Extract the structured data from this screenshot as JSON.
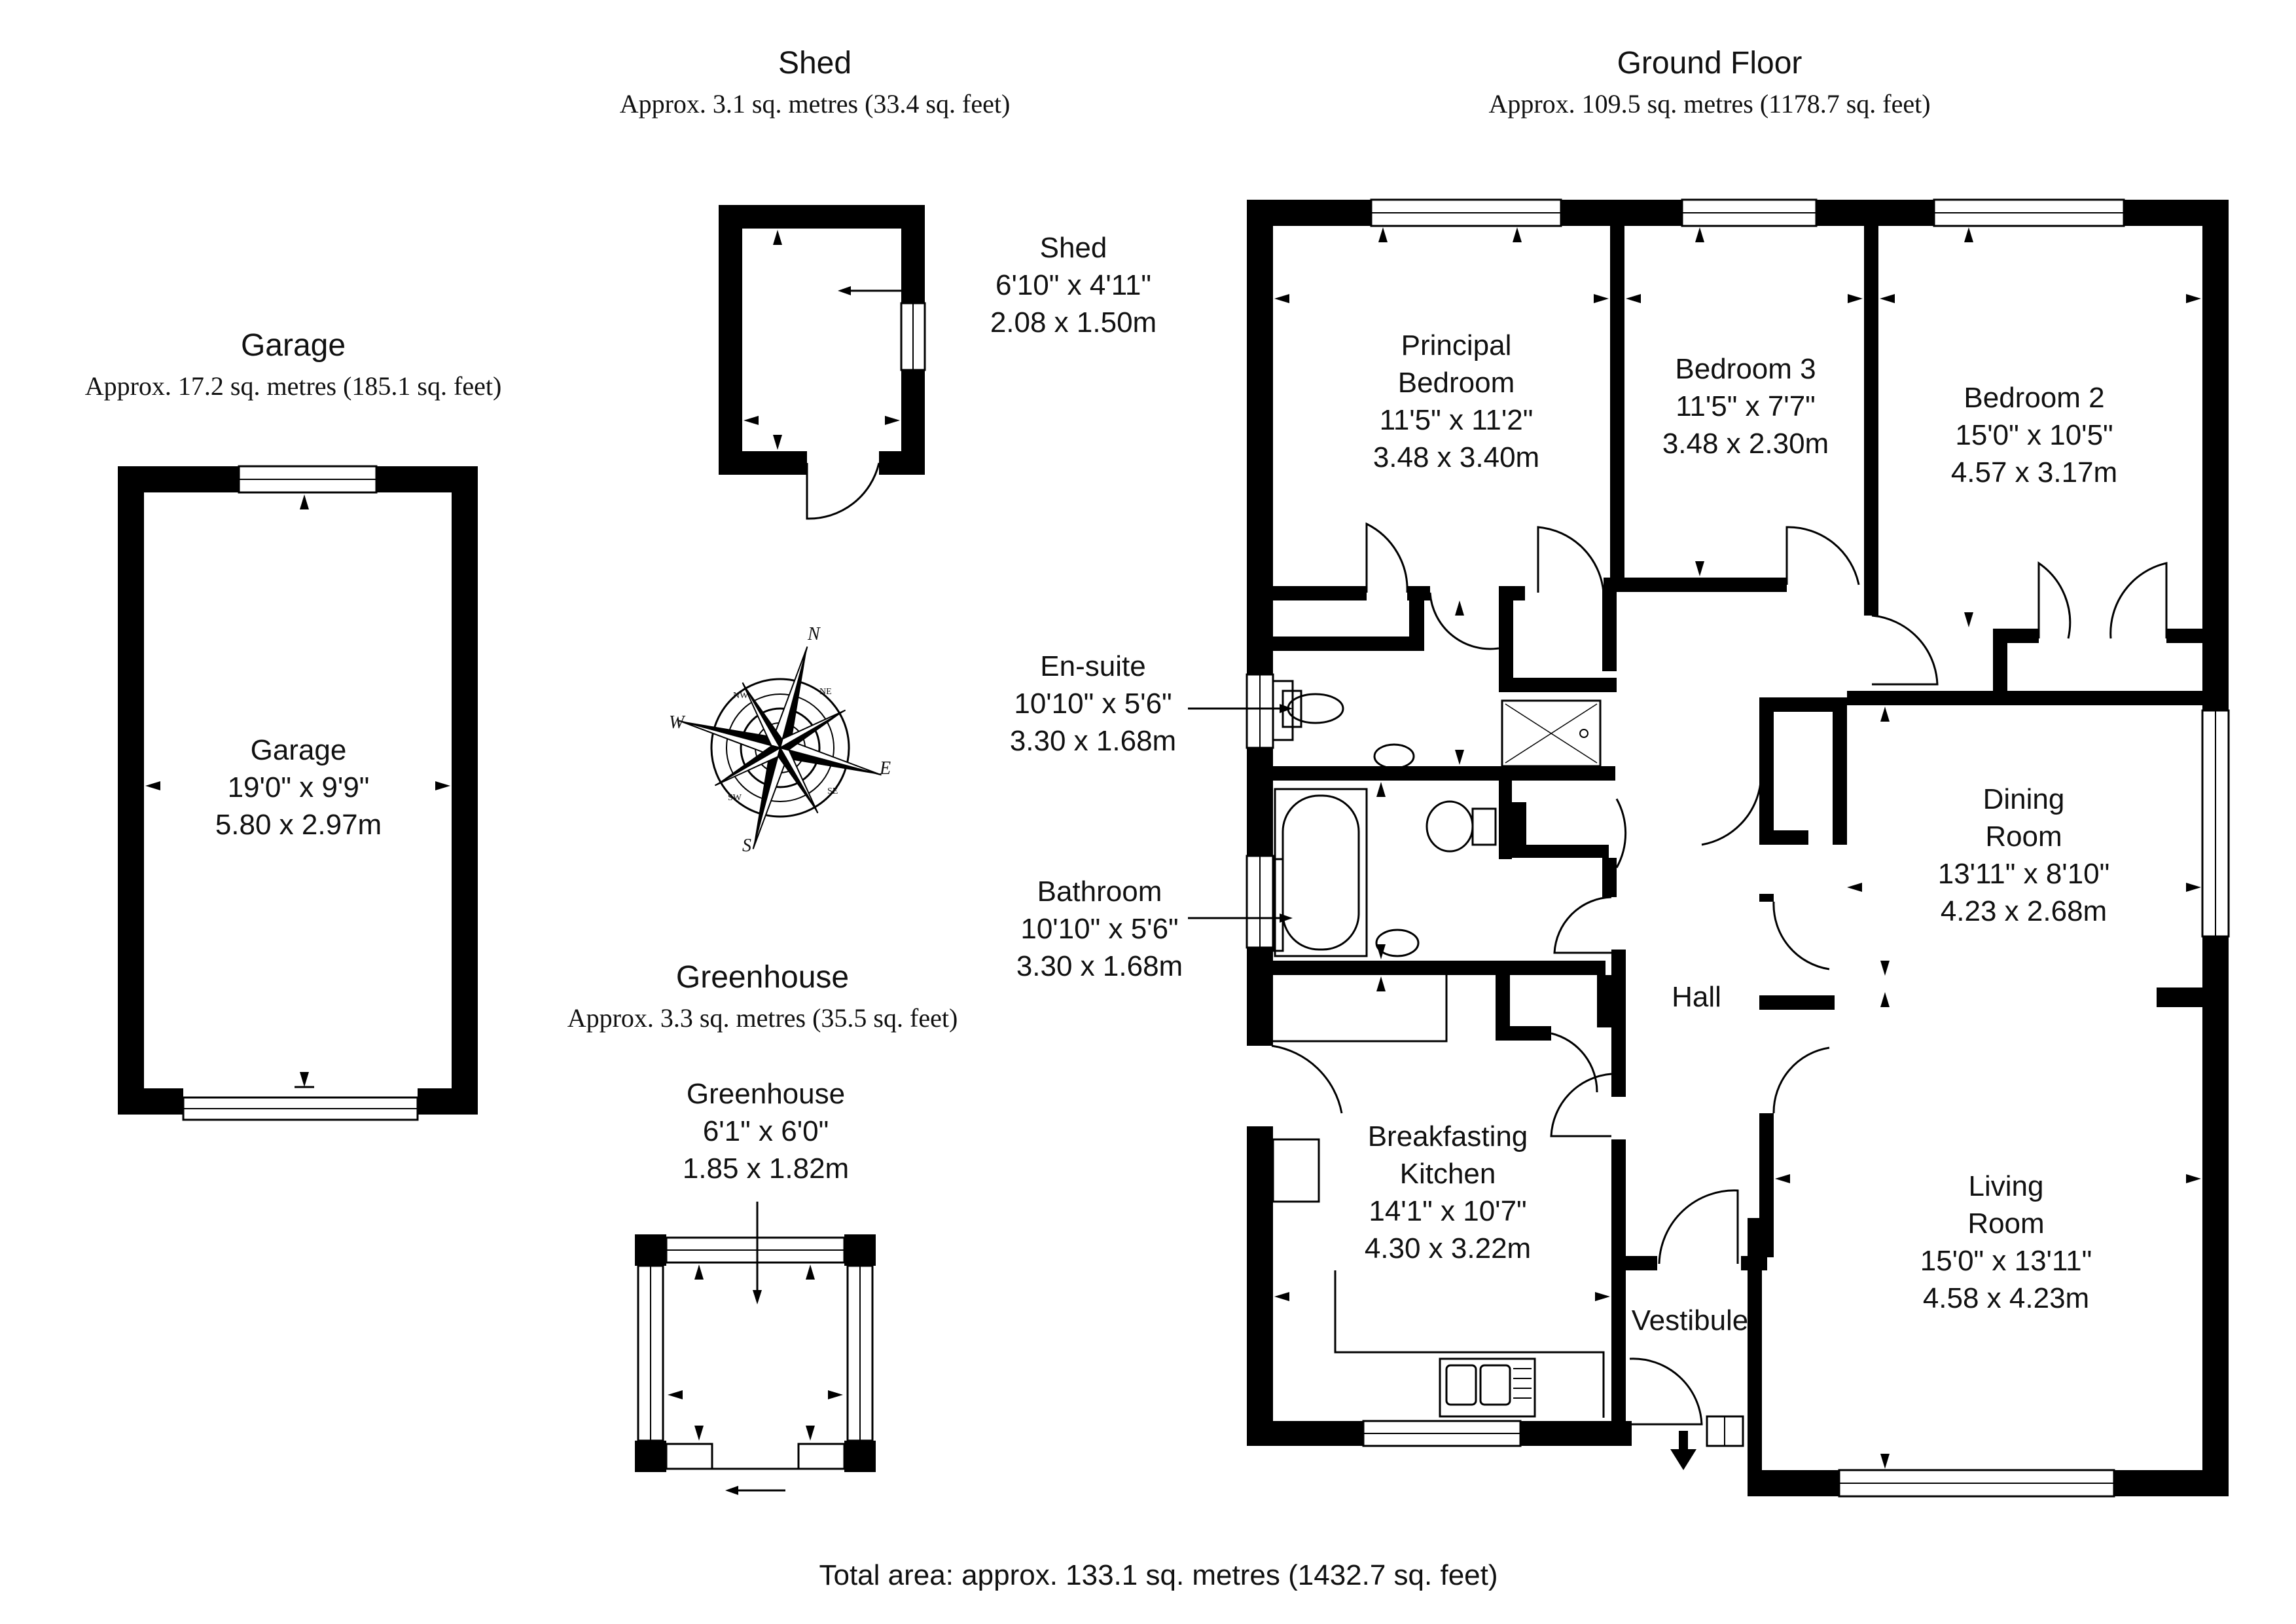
{
  "sections": {
    "shed": {
      "title": "Shed",
      "area": "Approx. 3.1 sq. metres (33.4 sq. feet)"
    },
    "ground_floor": {
      "title": "Ground Floor",
      "area": "Approx. 109.5 sq. metres (1178.7 sq. feet)"
    },
    "garage": {
      "title": "Garage",
      "area": "Approx. 17.2 sq. metres (185.1 sq. feet)"
    },
    "greenhouse": {
      "title": "Greenhouse",
      "area": "Approx. 3.3 sq. metres (35.5 sq. feet)"
    }
  },
  "rooms": {
    "shed": {
      "name": "Shed",
      "imperial": "6'10\" x 4'11\"",
      "metric": "2.08 x 1.50m"
    },
    "garage": {
      "name": "Garage",
      "imperial": "19'0\" x 9'9\"",
      "metric": "5.80 x 2.97m"
    },
    "greenhouse": {
      "name": "Greenhouse",
      "imperial": "6'1\" x 6'0\"",
      "metric": "1.85 x 1.82m"
    },
    "principal_bedroom": {
      "name_line1": "Principal",
      "name_line2": "Bedroom",
      "imperial": "11'5\" x 11'2\"",
      "metric": "3.48 x 3.40m"
    },
    "bedroom3": {
      "name": "Bedroom 3",
      "imperial": "11'5\" x 7'7\"",
      "metric": "3.48 x 2.30m"
    },
    "bedroom2": {
      "name": "Bedroom 2",
      "imperial": "15'0\" x 10'5\"",
      "metric": "4.57 x 3.17m"
    },
    "ensuite": {
      "name": "En-suite",
      "imperial": "10'10\" x 5'6\"",
      "metric": "3.30 x 1.68m"
    },
    "bathroom": {
      "name": "Bathroom",
      "imperial": "10'10\" x 5'6\"",
      "metric": "3.30 x 1.68m"
    },
    "dining": {
      "name_line1": "Dining",
      "name_line2": "Room",
      "imperial": "13'11\" x 8'10\"",
      "metric": "4.23 x 2.68m"
    },
    "hall": {
      "name": "Hall"
    },
    "living": {
      "name_line1": "Living",
      "name_line2": "Room",
      "imperial": "15'0\" x 13'11\"",
      "metric": "4.58 x 4.23m"
    },
    "kitchen": {
      "name_line1": "Breakfasting",
      "name_line2": "Kitchen",
      "imperial": "14'1\" x 10'7\"",
      "metric": "4.30 x 3.22m"
    },
    "vestibule": {
      "name": "Vestibule"
    }
  },
  "compass": {
    "n": "N",
    "e": "E",
    "s": "S",
    "w": "W",
    "nw": "NW",
    "ne": "NE",
    "se": "SE",
    "sw": "SW"
  },
  "footer": {
    "total": "Total area: approx. 133.1 sq. metres (1432.7 sq. feet)"
  }
}
